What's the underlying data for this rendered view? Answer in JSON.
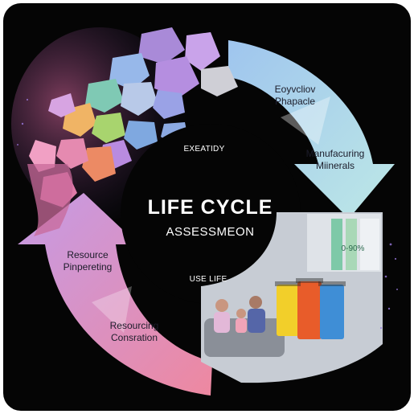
{
  "center": {
    "title": "LIFE CYCLE",
    "subtitle": "ASSESSMEON"
  },
  "stages": [
    {
      "label": "Eoyvcliov\nPhapacle",
      "color": "#a9cdea"
    },
    {
      "label": "Manufacuring\nMiinerals",
      "color": "#b4e6e0"
    },
    {
      "label": "Resourcing\nConsration",
      "color": "#e98aa5"
    },
    {
      "label": "Resource\nPinpereting",
      "color": "#b9a0e2"
    }
  ],
  "inner_labels": {
    "top": "EXEATIDY",
    "bottom": "USE LIFE"
  },
  "scene": {
    "panel_text": "0-90%",
    "bin_colors": [
      "#f2cf2a",
      "#e85c2a",
      "#3f8ed6"
    ]
  },
  "colors": {
    "background": "#050505",
    "rocks": [
      "#b98de0",
      "#9aa6e6",
      "#7fc8b8",
      "#a7d36a",
      "#f0a65b",
      "#e58ab0",
      "#cfcfd4"
    ]
  }
}
